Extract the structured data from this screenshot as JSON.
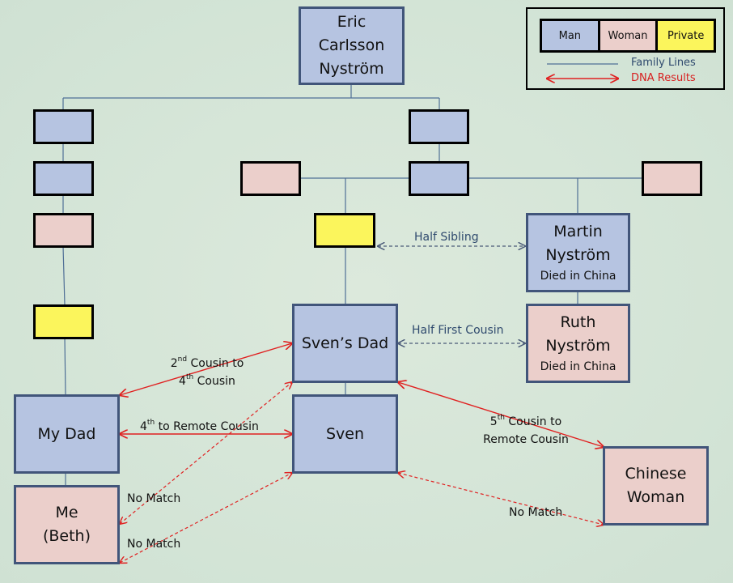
{
  "colors": {
    "man": "#b6c4e1",
    "woman": "#ebcfcb",
    "private": "#fbf55c",
    "family_line": "#4f6f96",
    "dna_line": "#e02020",
    "background": "#d3e4d6"
  },
  "legend": {
    "man": "Man",
    "woman": "Woman",
    "private": "Private",
    "family_lines": "Family Lines",
    "dna_results": "DNA Results"
  },
  "people": {
    "eric": {
      "line1": "Eric",
      "line2": "Carlsson",
      "line3": "Nyström",
      "type": "man"
    },
    "martin": {
      "line1": "Martin",
      "line2": "Nyström",
      "note": "Died in China",
      "type": "man"
    },
    "ruth": {
      "line1": "Ruth",
      "line2": "Nyström",
      "note": "Died in China",
      "type": "woman"
    },
    "svens_dad": {
      "name": "Sven’s Dad",
      "type": "man"
    },
    "sven": {
      "name": "Sven",
      "type": "man"
    },
    "my_dad": {
      "name": "My Dad",
      "type": "man"
    },
    "me": {
      "line1": "Me",
      "line2": "(Beth)",
      "type": "woman"
    },
    "chinese_woman": {
      "line1": "Chinese",
      "line2": "Woman",
      "type": "woman"
    }
  },
  "relations": {
    "half_sibling": "Half Sibling",
    "half_first_cousin": "Half First Cousin",
    "dad_svensdad": {
      "num": "2",
      "sup": "nd",
      "rest": " Cousin to",
      "num2": "4",
      "sup2": "th",
      "rest2": " Cousin"
    },
    "dad_sven": {
      "num": "4",
      "sup": "th",
      "rest": " to Remote Cousin"
    },
    "svensdad_chinese": {
      "num": "5",
      "sup": "th",
      "rest": " Cousin to",
      "line2": "Remote Cousin"
    },
    "no_match_1": "No Match",
    "no_match_2": "No Match",
    "no_match_3": "No Match"
  }
}
